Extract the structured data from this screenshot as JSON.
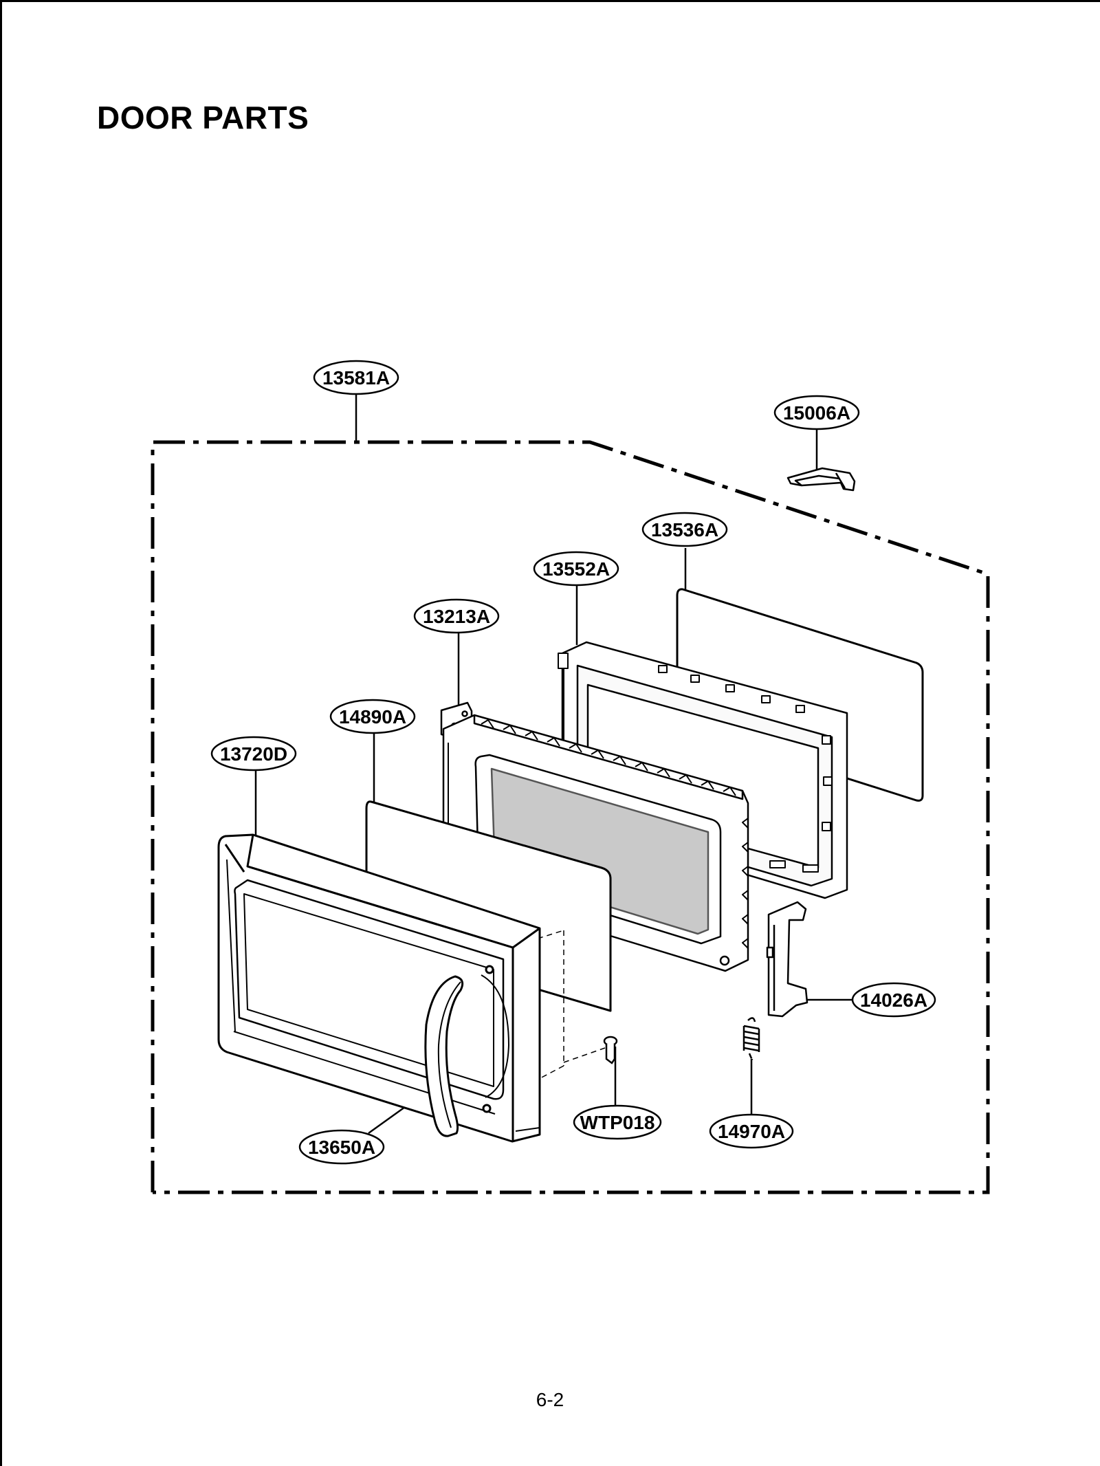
{
  "title": "DOOR PARTS",
  "page_number": "6-2",
  "callouts": [
    {
      "id": "c-13581A",
      "label": "13581A"
    },
    {
      "id": "c-15006A",
      "label": "15006A"
    },
    {
      "id": "c-13536A",
      "label": "13536A"
    },
    {
      "id": "c-13552A",
      "label": "13552A"
    },
    {
      "id": "c-13213A",
      "label": "13213A"
    },
    {
      "id": "c-14890A",
      "label": "14890A"
    },
    {
      "id": "c-13720D",
      "label": "13720D"
    },
    {
      "id": "c-14026A",
      "label": "14026A"
    },
    {
      "id": "c-WTP018",
      "label": "WTP018"
    },
    {
      "id": "c-14970A",
      "label": "14970A"
    },
    {
      "id": "c-13650A",
      "label": "13650A"
    }
  ]
}
